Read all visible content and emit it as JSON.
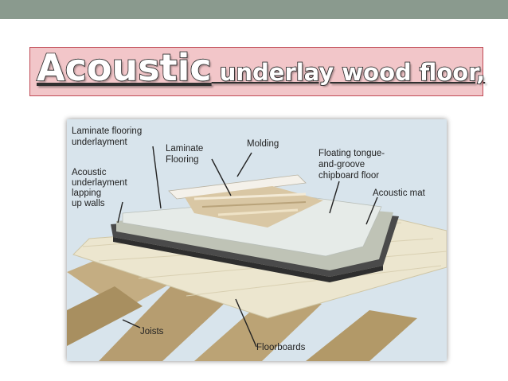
{
  "slide": {
    "title_main": "Acoustic",
    "title_rest": " underlay wood floor,"
  },
  "diagram": {
    "labels": {
      "laminate_underlayment": [
        "Laminate flooring",
        "underlayment"
      ],
      "laminate_flooring": [
        "Laminate",
        "Flooring"
      ],
      "molding": "Molding",
      "floating_floor": [
        "Floating tongue-",
        "and-groove",
        "chipboard floor"
      ],
      "acoustic_underlayment": [
        "Acoustic",
        "underlayment",
        "lapping",
        "up walls"
      ],
      "acoustic_mat": "Acoustic mat",
      "joists": "Joists",
      "floorboards": "Floorboards"
    },
    "colors": {
      "wall": "#d8e4ec",
      "joist": "#c4ad82",
      "floorboard": "#ece6cf",
      "acoustic_mat": "#4a4a4a",
      "chipboard": "#bfc3b6",
      "underlayment": "#e6ebe8"
    }
  }
}
